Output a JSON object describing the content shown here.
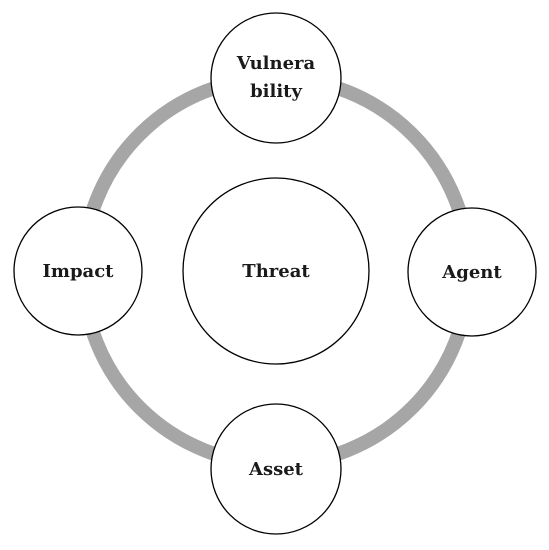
{
  "diagram": {
    "center": {
      "label": "Threat"
    },
    "nodes": [
      {
        "id": "vulnerability",
        "lines": [
          "Vulnera",
          "bility"
        ]
      },
      {
        "id": "agent",
        "lines": [
          "Agent"
        ]
      },
      {
        "id": "asset",
        "lines": [
          "Asset"
        ]
      },
      {
        "id": "impact",
        "lines": [
          "Impact"
        ]
      }
    ],
    "colors": {
      "ring": "#a6a6a6",
      "circle_stroke": "#000000",
      "circle_fill": "#ffffff",
      "text": "#1a1a1a"
    }
  }
}
